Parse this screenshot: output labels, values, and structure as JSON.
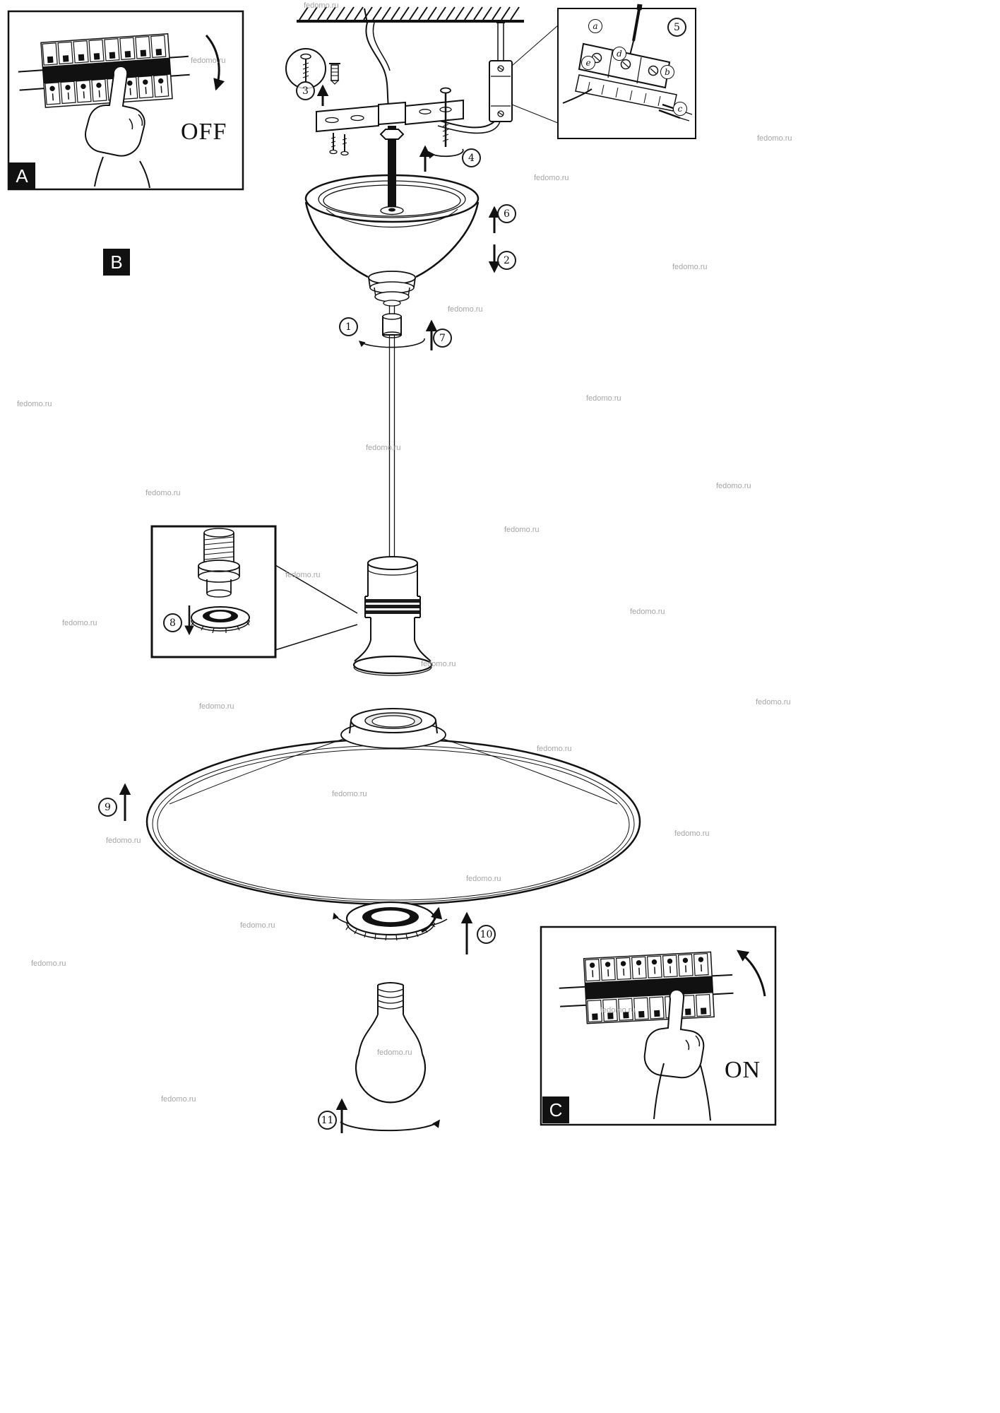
{
  "panels": {
    "a_label": "A",
    "b_label": "B",
    "c_label": "C",
    "off_text": "OFF",
    "on_text": "ON"
  },
  "steps": {
    "s1": "1",
    "s2": "2",
    "s3": "3",
    "s4": "4",
    "s5": "5",
    "s6": "6",
    "s7": "7",
    "s8": "8",
    "s9": "9",
    "s10": "10",
    "s11": "11"
  },
  "terminal_letters": {
    "a": "a",
    "b": "b",
    "c": "c",
    "d": "d",
    "e": "e"
  },
  "watermark": {
    "text": "fedomo.ru"
  }
}
